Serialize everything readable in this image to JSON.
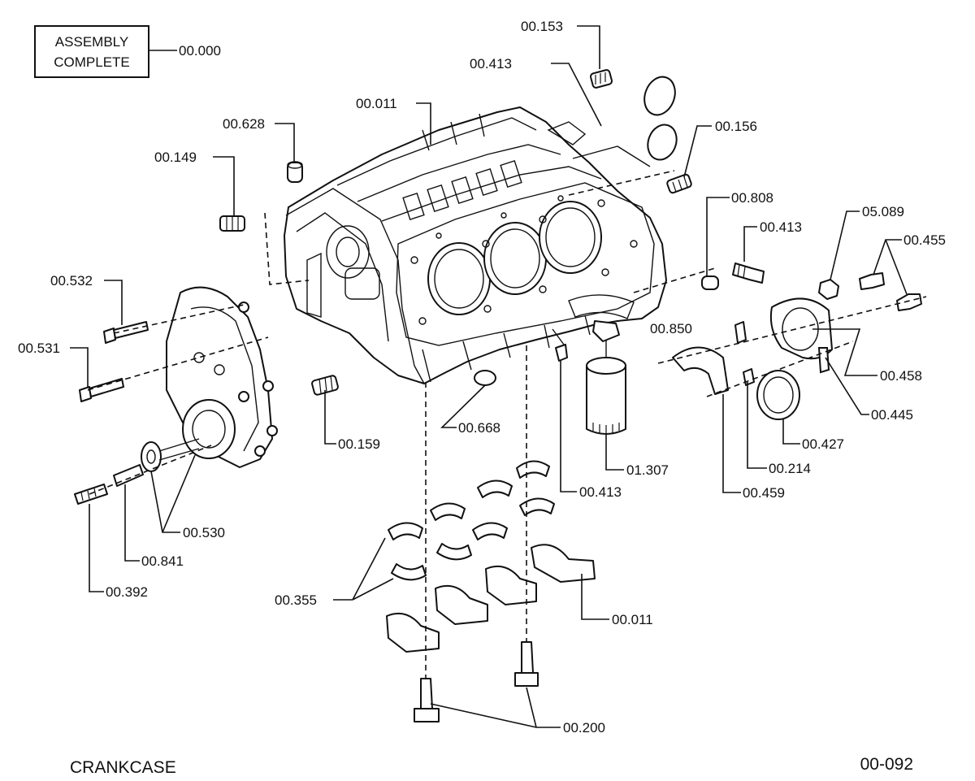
{
  "title": "CRANKCASE",
  "drawing_number": "00-092",
  "assembly_box": {
    "line1": "ASSEMBLY",
    "line2": "COMPLETE",
    "ref": "00.000"
  },
  "callouts": {
    "c_153": "00.153",
    "c_413_top": "00.413",
    "c_011_top": "00.011",
    "c_628": "00.628",
    "c_156": "00.156",
    "c_149": "00.149",
    "c_808": "00.808",
    "c_413_right": "00.413",
    "c_089": "05.089",
    "c_455": "00.455",
    "c_532": "00.532",
    "c_531": "00.531",
    "c_850": "00.850",
    "c_458": "00.458",
    "c_445": "00.445",
    "c_159": "00.159",
    "c_668": "00.668",
    "c_427": "00.427",
    "c_307": "01.307",
    "c_214": "00.214",
    "c_413_bottom": "00.413",
    "c_459": "00.459",
    "c_530": "00.530",
    "c_841": "00.841",
    "c_392": "00.392",
    "c_355": "00.355",
    "c_011_bottom": "00.011",
    "c_200": "00.200"
  }
}
